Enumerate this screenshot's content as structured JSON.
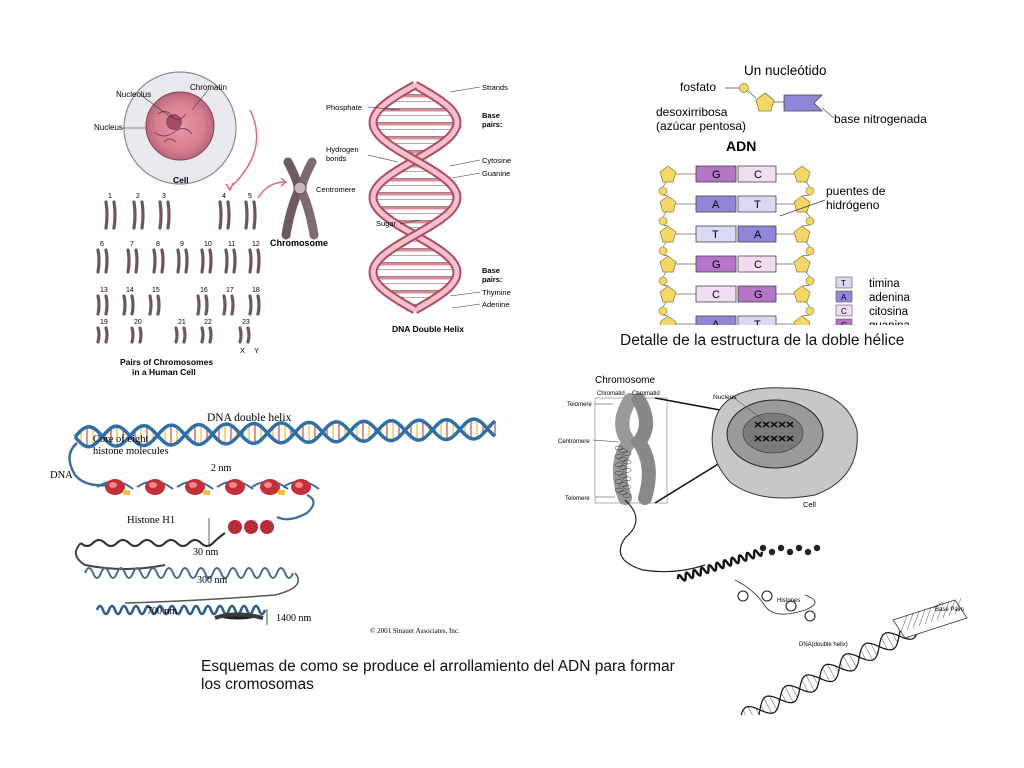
{
  "genome_panel": {
    "nucleolus": "Nucleolus",
    "chromatin": "Chromatin",
    "nucleus": "Nucleus",
    "cell": "Cell",
    "chromosome": "Chromosome",
    "centromere": "Centromere",
    "phosphate": "Phosphate",
    "hydrogen_bonds_1": "Hydrogen",
    "hydrogen_bonds_2": "bonds",
    "sugar": "Sugar",
    "strands": "Strands",
    "base_pairs_top_1": "Base",
    "base_pairs_top_2": "pairs:",
    "cytosine": "Cytosine",
    "guanine": "Guanine",
    "base_pairs_bottom_1": "Base",
    "base_pairs_bottom_2": "pairs:",
    "thymine": "Thymine",
    "adenine": "Adenine",
    "dna_double_helix": "DNA Double Helix",
    "karyotype_numbers": [
      "1",
      "2",
      "3",
      "4",
      "5",
      "6",
      "7",
      "8",
      "9",
      "10",
      "11",
      "12",
      "13",
      "14",
      "15",
      "16",
      "17",
      "18",
      "19",
      "20",
      "21",
      "22",
      "23"
    ],
    "x": "X",
    "y": "Y",
    "karyotype_title_1": "Pairs of Chromosomes",
    "karyotype_title_2": "in a Human Cell"
  },
  "nucleotide_panel": {
    "title": "Un nucleótido",
    "fosfato": "fosfato",
    "desoxirribosa_1": "desoxirribosa",
    "desoxirribosa_2": "(azúcar pentosa)",
    "base_nitrogenada": "base nitrogenada",
    "adn": "ADN",
    "puentes_1": "puentes de",
    "puentes_2": "hidrógeno",
    "pairs": [
      {
        "left": "G",
        "right": "C"
      },
      {
        "left": "A",
        "right": "T"
      },
      {
        "left": "T",
        "right": "A"
      },
      {
        "left": "G",
        "right": "C"
      },
      {
        "left": "C",
        "right": "G"
      },
      {
        "left": "A",
        "right": "T"
      }
    ],
    "legend": [
      {
        "letter": "T",
        "label": "timina",
        "color": "#d9d9f2"
      },
      {
        "letter": "A",
        "label": "adenina",
        "color": "#8f86d8"
      },
      {
        "letter": "C",
        "label": "citosina",
        "color": "#f1ddf2"
      },
      {
        "letter": "G",
        "label": "guanina",
        "color": "#b674c9"
      }
    ],
    "caption": "Detalle de la estructura de la doble hélice"
  },
  "packing_panel": {
    "dna_double_helix": "DNA double helix",
    "core_1": "Core of eight",
    "core_2": "histone molecules",
    "dna": "DNA",
    "nm2": "2 nm",
    "histone_h1": "Histone H1",
    "nm30": "30 nm",
    "nm300": "300 nm",
    "nm700": "700 nm",
    "nm1400": "1400 nm",
    "copyright": "© 2001 Sinauer Associates, Inc."
  },
  "chromosome_panel": {
    "chromosome": "Chromosome",
    "chromatid_1": "Chromatid",
    "chromatid_2": "Chromatid",
    "telomere_top": "Telomere",
    "centromere": "Centromere",
    "telomere_bottom": "Telomere",
    "nucleus": "Nucleus",
    "cell": "Cell",
    "histones": "Histones",
    "dna_double_helix": "DNA(double helix)",
    "base_pairs": "Base Pairs"
  },
  "caption": "Esquemas de como se produce el arrollamiento del ADN para formar los cromosomas"
}
